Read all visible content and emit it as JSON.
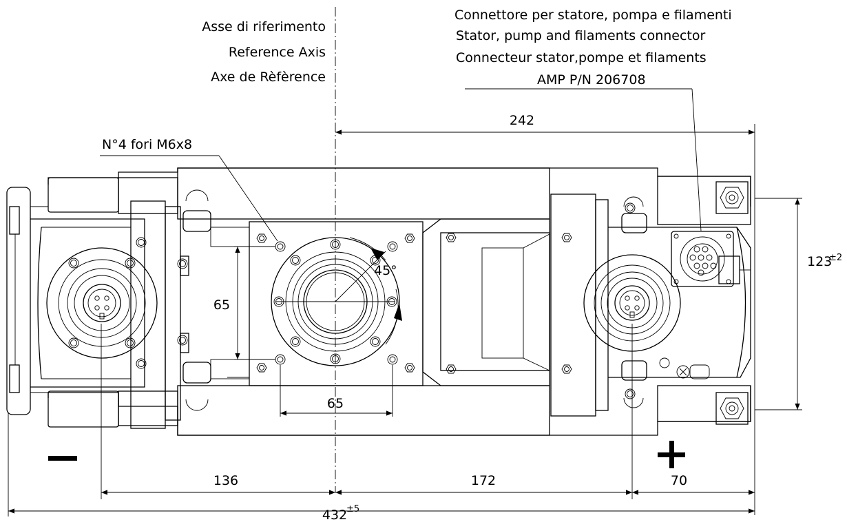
{
  "labels": {
    "axis_it": "Asse di riferimento",
    "axis_en": "Reference Axis",
    "axis_fr": "Axe de Rèfèrence",
    "conn_it": "Connettore per statore, pompa e filamenti",
    "conn_en": "Stator, pump and filaments connector",
    "conn_fr": "Connecteur stator,pompe et filaments",
    "conn_pn": "AMP P/N 206708",
    "holes": "N°4 fori M6x8"
  },
  "dimensions": {
    "d242": "242",
    "d123": "123",
    "d123_tol": "±2",
    "d65_v": "65",
    "d65_h": "65",
    "angle": "45°",
    "d136": "136",
    "d172": "172",
    "d70": "70",
    "d432": "432",
    "d432_tol": "±5"
  },
  "symbols": {
    "minus": "minus-sign",
    "plus": "plus-sign"
  }
}
